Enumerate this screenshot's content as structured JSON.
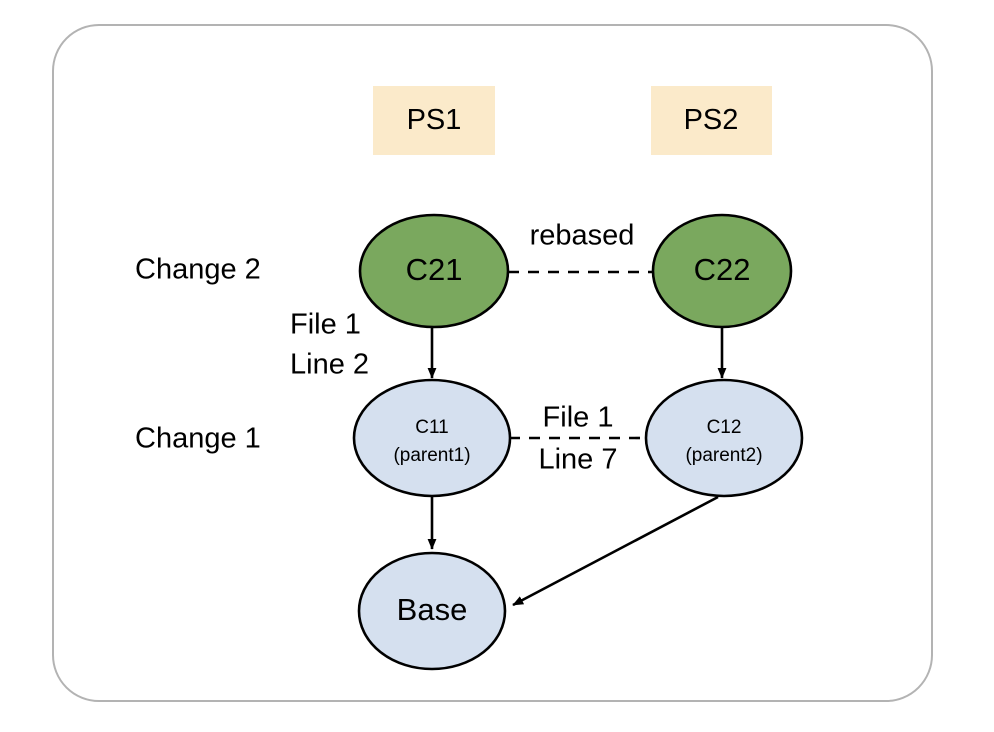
{
  "diagram": {
    "title_present": false,
    "colors": {
      "patchset_box_fill": "#fbeaca",
      "green_node_fill": "#7aa85e",
      "blue_node_fill": "#d5e0ef",
      "node_stroke": "#000000",
      "frame_stroke": "#b3b3b3",
      "text": "#000000"
    },
    "patchsets": [
      {
        "id": "ps1",
        "label": "PS1"
      },
      {
        "id": "ps2",
        "label": "PS2"
      }
    ],
    "row_labels": [
      {
        "id": "change2",
        "label": "Change 2"
      },
      {
        "id": "change1",
        "label": "Change 1"
      }
    ],
    "nodes": [
      {
        "id": "c21",
        "label": "C21",
        "sub": "",
        "fill": "green"
      },
      {
        "id": "c22",
        "label": "C22",
        "sub": "",
        "fill": "green"
      },
      {
        "id": "c11",
        "label": "C11",
        "sub": "(parent1)",
        "fill": "blue"
      },
      {
        "id": "c12",
        "label": "C12",
        "sub": "(parent2)",
        "fill": "blue"
      },
      {
        "id": "base",
        "label": "Base",
        "sub": "",
        "fill": "blue"
      }
    ],
    "edge_labels": {
      "rebased": "rebased",
      "file1_line2": {
        "line1": "File 1",
        "line2": "Line 2"
      },
      "file1_line7": {
        "line1": "File 1",
        "line2": "Line 7"
      }
    },
    "edges": [
      {
        "from": "c21",
        "to": "c11",
        "style": "solid-arrow",
        "label": "File 1 / Line 2"
      },
      {
        "from": "c22",
        "to": "c12",
        "style": "solid-arrow",
        "label": ""
      },
      {
        "from": "c11",
        "to": "base",
        "style": "solid-arrow",
        "label": ""
      },
      {
        "from": "c12",
        "to": "base",
        "style": "solid-arrow",
        "label": ""
      },
      {
        "from": "c21",
        "to": "c22",
        "style": "dashed",
        "label": "rebased"
      },
      {
        "from": "c11",
        "to": "c12",
        "style": "dashed",
        "label": "File 1 / Line 7"
      }
    ]
  }
}
